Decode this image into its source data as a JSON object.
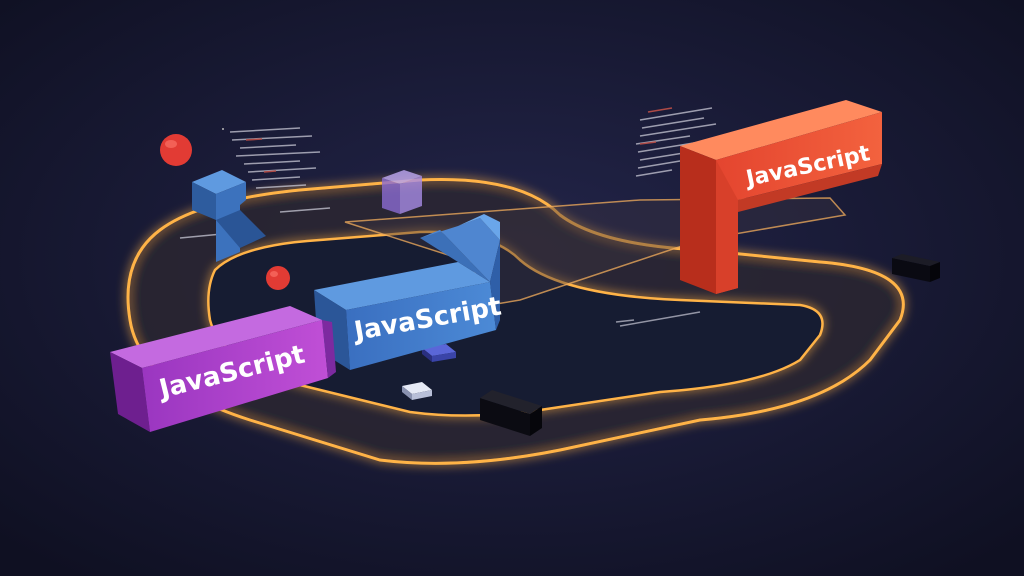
{
  "scene": {
    "background_color": "#14152a",
    "track_glow_color": "#ffb347",
    "blocks": [
      {
        "id": "purple",
        "label": "JavaScript",
        "color": "#a23fc6"
      },
      {
        "id": "blue",
        "label": "JavaScript",
        "color": "#3f79c8"
      },
      {
        "id": "orange",
        "label": "JavaScript",
        "color": "#ee4a32"
      }
    ],
    "code_snippets": [
      "code-panel-left",
      "code-panel-right",
      "code-panel-floor"
    ],
    "props": [
      "red-sphere",
      "purple-cube",
      "small-blue-tile",
      "small-white-tile",
      "black-bar-front",
      "black-bar-right"
    ]
  }
}
